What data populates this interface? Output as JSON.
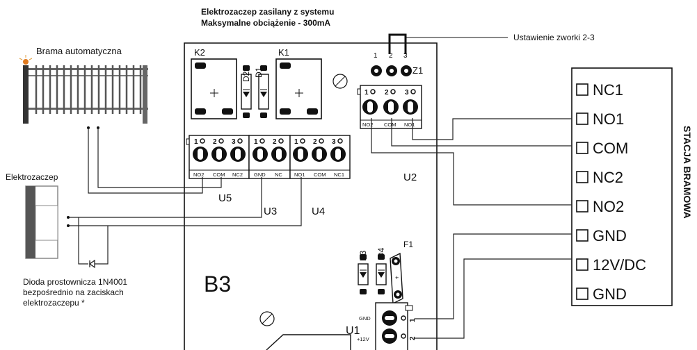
{
  "header": {
    "line1": "Elektrozaczep zasilany z systemu",
    "line2": "Maksymalne obciążenie - 300mA"
  },
  "jumper_note": "Ustawienie zworki 2-3",
  "gate_label": "Brama automatyczna",
  "strike_label": "Elektrozaczep",
  "diode_note": {
    "line1": "Dioda prostownicza 1N4001",
    "line2": "bezpośrednio na zaciskach",
    "line3": "elektrozaczepu *"
  },
  "board": {
    "name": "B3",
    "relays": [
      "K2",
      "K1"
    ],
    "diodes_top": [
      "D2",
      "D1"
    ],
    "diodes_bottom": [
      "D3",
      "D4"
    ],
    "fuse": "F1",
    "z1": {
      "name": "Z1",
      "pins": [
        "1",
        "2",
        "3"
      ]
    },
    "u2": {
      "name": "U2",
      "pins": [
        "1",
        "2",
        "3"
      ],
      "labels": [
        "NO2",
        "COM",
        "NO1"
      ]
    },
    "u5": {
      "name": "U5",
      "pins": [
        "1",
        "2",
        "3"
      ],
      "labels": [
        "NO2",
        "COM",
        "NC2"
      ]
    },
    "u3": {
      "name": "U3",
      "pins": [
        "1",
        "2"
      ],
      "labels": [
        "GND",
        "NC"
      ]
    },
    "u4": {
      "name": "U4",
      "pins": [
        "1",
        "2",
        "3"
      ],
      "labels": [
        "NO1",
        "COM",
        "NC1"
      ]
    },
    "u1": {
      "name": "U1",
      "labels": [
        "GND",
        "+12V"
      ],
      "pins": [
        "1",
        "2"
      ]
    },
    "plus": "+"
  },
  "station": {
    "title": "STACJA BRAMOWA",
    "terminals": [
      "NC1",
      "NO1",
      "COM",
      "NC2",
      "NO2",
      "GND",
      "12V/DC",
      "GND"
    ]
  }
}
